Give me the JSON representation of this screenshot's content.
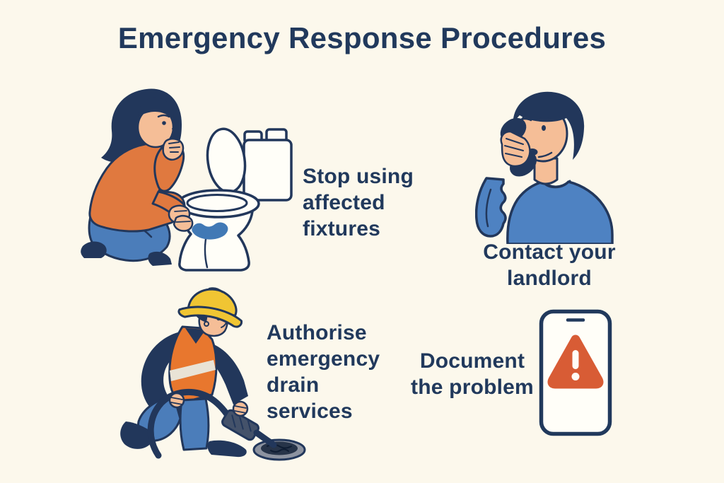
{
  "title": "Emergency Response Procedures",
  "steps": [
    {
      "label": "Stop using\naffected\nfixtures",
      "illustration": "woman-inspecting-toilet"
    },
    {
      "label": "Contact your\nlandlord",
      "illustration": "man-calling-on-phone"
    },
    {
      "label": "Authorise\nemergency\ndrain\nservices",
      "illustration": "worker-clearing-drain"
    },
    {
      "label": "Document\nthe problem",
      "illustration": "phone-warning-alert"
    }
  ],
  "icons": [
    "toilet-icon",
    "telephone-handset-icon",
    "hard-hat-icon",
    "drain-icon",
    "smartphone-icon",
    "warning-triangle-icon"
  ],
  "palette": {
    "background": "#FCF8EC",
    "text_navy": "#21395C",
    "outline_ink": "#22375B",
    "sweater_orange": "#E0793F",
    "jeans_blue": "#4B7DBA",
    "shirt_blue": "#4E82C2",
    "skin": "#F5BE97",
    "hard_hat_yellow": "#F0C533",
    "vest_orange": "#E8772E",
    "vest_stripe": "#E9E3D6",
    "alert_red": "#D85C35",
    "water_blue": "#4179B5",
    "fixture_white": "#FFFEF8",
    "tool_gray": "#44526A",
    "drain_gray": "#8D93A0"
  }
}
